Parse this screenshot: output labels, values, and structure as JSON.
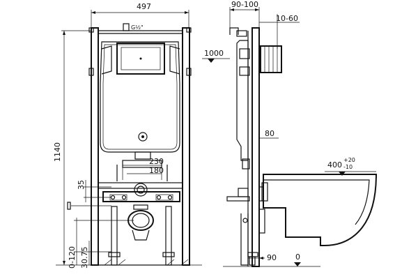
{
  "drawing": {
    "front_view": {
      "width_label": "497",
      "height_label": "1140",
      "dim_230": "230",
      "dim_180": "180",
      "dim_35": "35",
      "dim_0_120": "0-120",
      "dim_30_75": "30.75",
      "g_label": "G½\""
    },
    "side_view": {
      "top_depth_label": "90-100",
      "side_range_label": "10-60",
      "level_1000_label": "1000",
      "dim_80_label": "80",
      "bowl_height_label": "400",
      "bowl_tol_plus": "+20",
      "bowl_tol_minus": "-10",
      "dim_90_label": "90",
      "floor_level_label": "0"
    }
  }
}
